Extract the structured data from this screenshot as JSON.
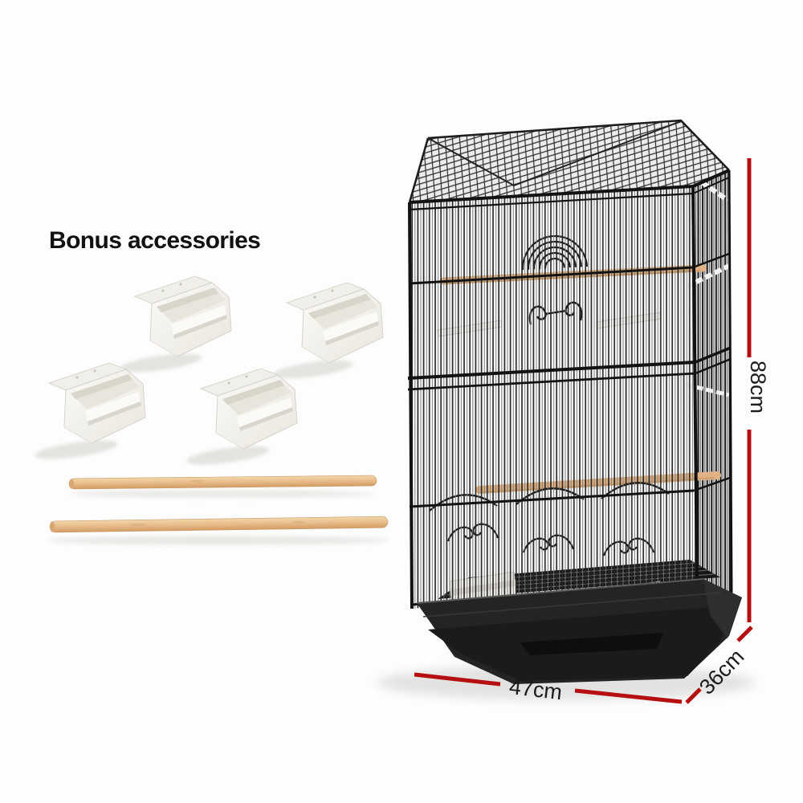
{
  "page": {
    "background": "#fdfdfd"
  },
  "title": {
    "text": "Bonus accessories"
  },
  "dimensions": {
    "height": {
      "label": "88cm"
    },
    "width": {
      "label": "47cm"
    },
    "depth": {
      "label": "36cm"
    },
    "line_color": "#b60f0f",
    "text_color": "#1c1c1c"
  },
  "accessories": {
    "feeder_cups_count": 4,
    "wooden_perches_count": 2
  },
  "palette": {
    "cage_wire": "#242424",
    "base_tray": "#1f1f1f",
    "perch_wood": "#e3b687",
    "cup_white": "#f3f1ec"
  }
}
